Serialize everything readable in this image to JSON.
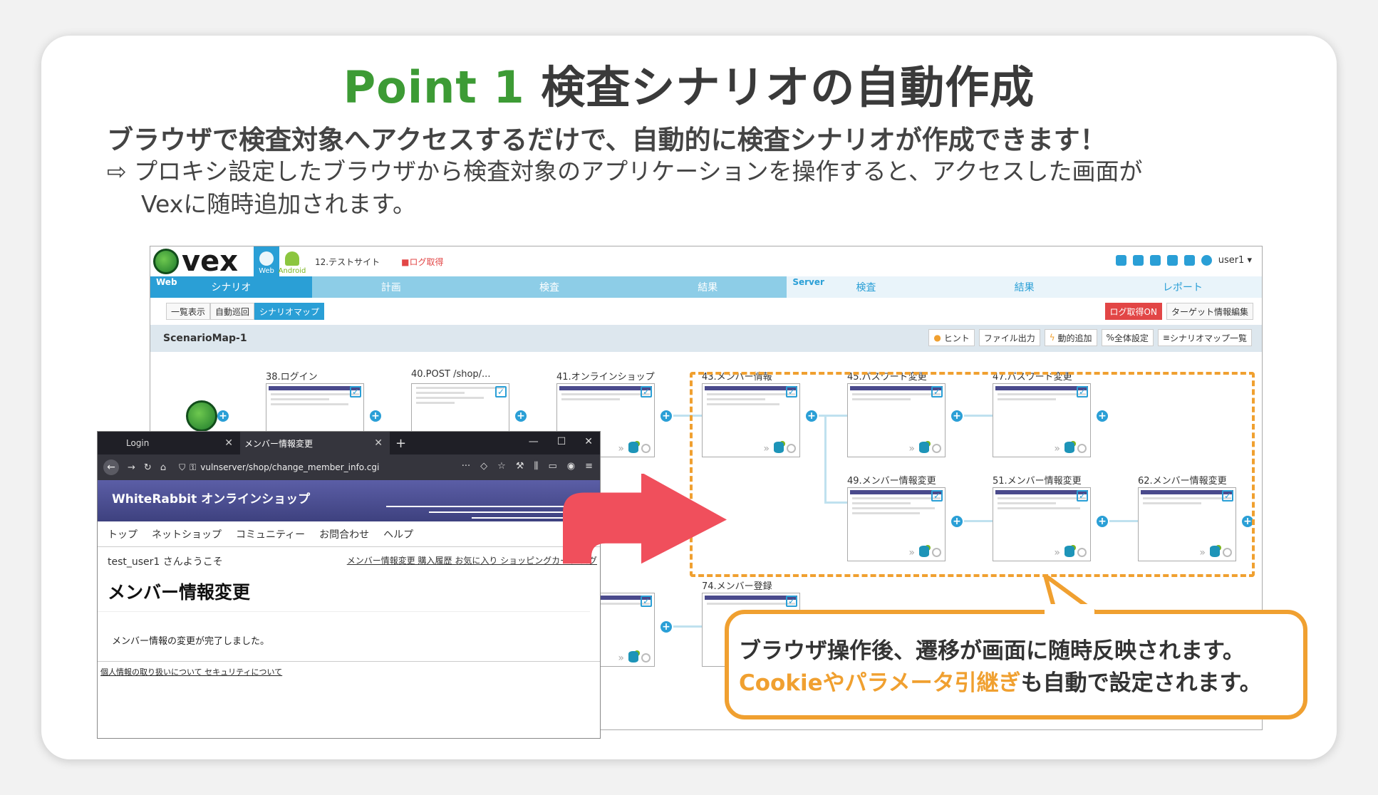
{
  "heading": {
    "point": "Point 1",
    "title": "検査シナリオの自動作成"
  },
  "lead": "ブラウザで検査対象へアクセスするだけで、自動的に検査シナリオが作成できます！",
  "sub": {
    "arrow": "⇨",
    "line1": "プロキシ設定したブラウザから検査対象のアプリケーションを操作すると、アクセスした画面が",
    "line2": "Vexに随時追加されます。"
  },
  "vex": {
    "logo": "vex",
    "tiles": {
      "web": "Web",
      "android": "Android"
    },
    "site": "12.テストサイト",
    "log_tag": "ログ取得",
    "user": "user1 ▾",
    "steps": {
      "web_label": "Web",
      "server_label": "Server",
      "items": [
        "シナリオ",
        "計画",
        "検査",
        "結果",
        "検査",
        "結果",
        "レポート"
      ]
    },
    "toolbar": {
      "left": [
        "一覧表示",
        "自動巡回",
        "シナリオマップ"
      ],
      "log_on": "ログ取得ON",
      "target": "ターゲット情報編集"
    },
    "map": {
      "title": "ScenarioMap-1",
      "tools": [
        "ヒント",
        "ファイル出力",
        "動的追加",
        "全体設定",
        "シナリオマップ一覧"
      ]
    },
    "nodes": [
      "38.ログイン",
      "40.POST /shop/...",
      "41.オンラインショップ",
      "43.メンバー情報",
      "45.パスワード変更",
      "47.パスワード変更",
      "49.メンバー情報変更",
      "51.メンバー情報変更",
      "62.メンバー情報変更",
      "ー登録",
      "74.メンバー登録"
    ]
  },
  "browser": {
    "tabs": [
      "Login",
      "メンバー情報変更"
    ],
    "url": "vulnserver/shop/change_member_info.cgi",
    "shop_title": "WhiteRabbit オンラインショップ",
    "nav": [
      "トップ",
      "ネットショップ",
      "コミュニティー",
      "お問合わせ",
      "ヘルプ"
    ],
    "user_line": "test_user1 さんようこそ",
    "links": "メンバー情報変更 購入履歴 お気に入り ショッピングカート ログ",
    "page_title": "メンバー情報変更",
    "message": "メンバー情報の変更が完了しました。",
    "footer": "個人情報の取り扱いについて セキュリティについて"
  },
  "callout": {
    "line1": "ブラウザ操作後、遷移が画面に随時反映されます。",
    "line2_orange": "Cookieやパラメータ引継ぎ",
    "line2_rest": "も自動で設定されます。"
  },
  "colors": {
    "accent_green": "#3d9b35",
    "accent_blue": "#2a9fd6",
    "orange": "#f0a030",
    "arrow_red": "#f04f5c"
  }
}
